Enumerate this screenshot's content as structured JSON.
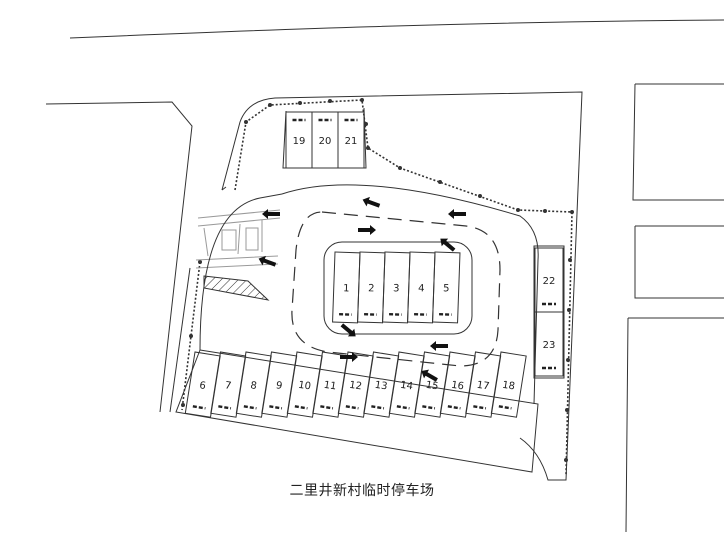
{
  "title": "二里井新村临时停车场",
  "spaces": {
    "center_row": [
      "1",
      "2",
      "3",
      "4",
      "5"
    ],
    "top_row": [
      "19",
      "20",
      "21"
    ],
    "right_column": [
      "22",
      "23"
    ],
    "bottom_row": [
      "6",
      "7",
      "8",
      "9",
      "10",
      "11",
      "12",
      "13",
      "14",
      "15",
      "16",
      "17",
      "18"
    ]
  },
  "colors": {
    "line": "#333333",
    "background": "#ffffff"
  }
}
